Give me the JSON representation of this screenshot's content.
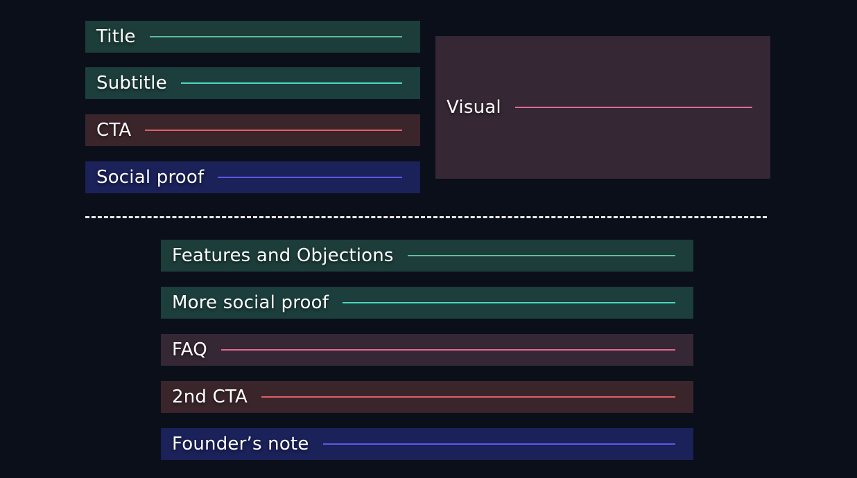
{
  "colors": {
    "background": "#0b0f1a",
    "green_box": "#1c3d39",
    "green_line": "#5fbf9a",
    "teal_box": "#1c3e3c",
    "teal_line": "#4fd6c0",
    "red_box": "#3a252b",
    "red_line": "#e0606a",
    "pink_box": "#352734",
    "pink_line": "#e06a92",
    "blue_box": "#1b2159",
    "blue_line": "#5a5ae6",
    "divider": "#e8e8ea"
  },
  "hero": {
    "title": {
      "label": "Title"
    },
    "subtitle": {
      "label": "Subtitle"
    },
    "cta": {
      "label": "CTA"
    },
    "social_proof": {
      "label": "Social proof"
    },
    "visual": {
      "label": "Visual"
    }
  },
  "below_fold": {
    "features": {
      "label": "Features and Objections"
    },
    "more_social_proof": {
      "label": "More social proof"
    },
    "faq": {
      "label": "FAQ"
    },
    "second_cta": {
      "label": "2nd CTA"
    },
    "founders_note": {
      "label": "Founder’s note"
    }
  }
}
